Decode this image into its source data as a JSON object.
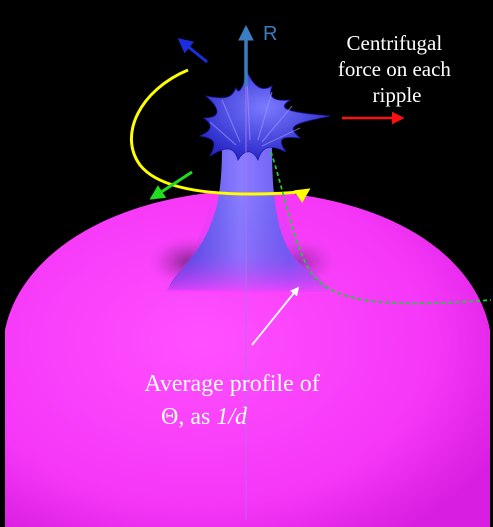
{
  "axis": {
    "label": "R"
  },
  "annotations": {
    "centrifugal_line1": "Centrifugal",
    "centrifugal_line2": "force on each",
    "centrifugal_line3": "ripple",
    "profile_line1": "Average profile of",
    "profile_line2_prefix": "Θ, as ",
    "profile_line2_math": "1/d"
  },
  "colors": {
    "background": "#000000",
    "surface": "#ff40ff",
    "surface_edge": "#e020e8",
    "funnel": "#6060ff",
    "funnel_dark": "#2020c0",
    "rotation_arrow": "#ffff00",
    "force_arrow": "#ff1010",
    "green_arrow": "#20dd20",
    "blue_arrow": "#1a2ee0",
    "axis": "#3a7dc0",
    "profile_curve": "#22c83a",
    "pointer": "#ffffff"
  },
  "icons": {
    "rotation": "circular-arrow-icon",
    "force": "arrow-right-icon",
    "axis": "arrow-up-icon"
  }
}
